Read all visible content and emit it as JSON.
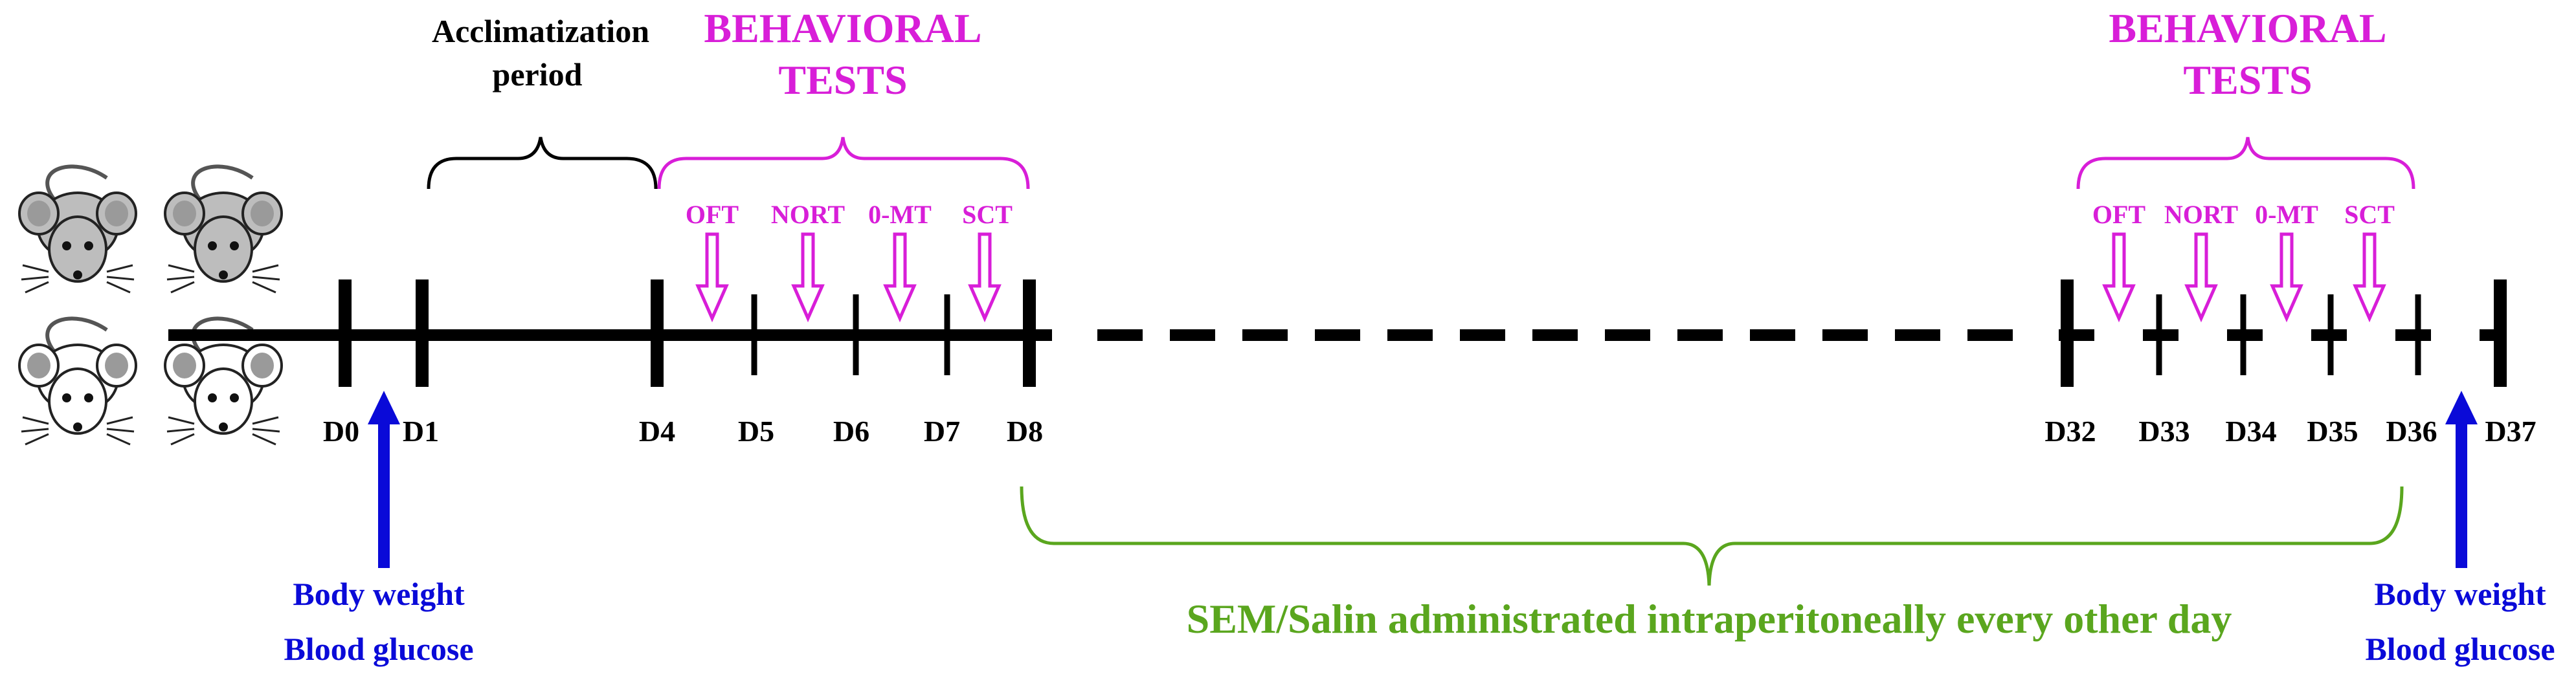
{
  "diagram": {
    "acclimatization": {
      "line1": "Acclimatization",
      "line2": "period"
    },
    "behavioral_tests_left": {
      "line1": "BEHAVIORAL",
      "line2": "TESTS"
    },
    "behavioral_tests_right": {
      "line1": "BEHAVIORAL",
      "line2": "TESTS"
    },
    "tests_left": [
      "OFT",
      "NORT",
      "0-MT",
      "SCT"
    ],
    "tests_right": [
      "OFT",
      "NORT",
      "0-MT",
      "SCT"
    ],
    "days": [
      "D0",
      "D1",
      "D4",
      "D5",
      "D6",
      "D7",
      "D8",
      "D32",
      "D33",
      "D34",
      "D35",
      "D36",
      "D37"
    ],
    "measure_left": {
      "line1": "Body weight",
      "line2": "Blood glucose"
    },
    "measure_right": {
      "line1": "Body weight",
      "line2": "Blood glucose"
    },
    "treatment": "SEM/Salin administrated intraperitoneally every other day",
    "colors": {
      "magenta": "#d81ed8",
      "blue": "#0a0ad8",
      "green": "#5aa61e",
      "black": "#000000"
    },
    "icons": [
      "gray-mouse-icon",
      "gray-mouse-icon",
      "white-mouse-icon",
      "white-mouse-icon"
    ]
  }
}
